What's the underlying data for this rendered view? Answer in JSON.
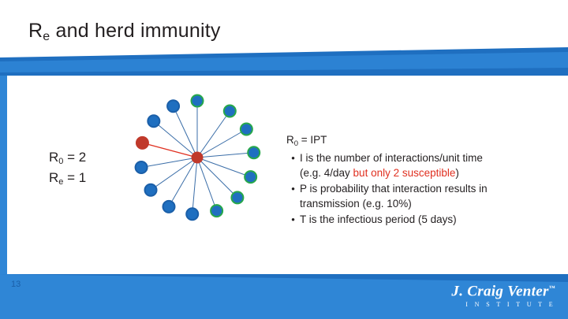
{
  "slide": {
    "title_main": "R",
    "title_sub": "e",
    "title_rest": " and herd immunity",
    "slide_number": "13"
  },
  "left_labels": {
    "line1_pre": "R",
    "line1_sub": "0",
    "line1_post": " = 2",
    "line2_pre": "R",
    "line2_sub": "e",
    "line2_post": " = 1"
  },
  "right_text": {
    "heading_pre": "R",
    "heading_sub": "0",
    "heading_post": " = IPT",
    "bullets": [
      {
        "marker": "•",
        "segments": [
          {
            "text": "I is the number of interactions/unit time",
            "color": "black"
          },
          {
            "text": "(e.g. 4/day ",
            "color": "black",
            "newline": true
          },
          {
            "text": "but only 2 susceptible",
            "color": "red"
          },
          {
            "text": ")",
            "color": "black"
          }
        ]
      },
      {
        "marker": "•",
        "segments": [
          {
            "text": "P is probability that interaction results in",
            "color": "black"
          },
          {
            "text": "transmission (e.g. 10%)",
            "color": "black",
            "newline": true
          }
        ]
      },
      {
        "marker": "•",
        "segments": [
          {
            "text": "T is the infectious period (5 days)",
            "color": "black"
          }
        ]
      }
    ]
  },
  "diagram": {
    "center_node_color": "#c0392b",
    "spoke_color": "#3b6ea8",
    "outer_nodes": [
      {
        "angle": 90,
        "fill": "#1f6fc0",
        "stroke": "#27a84a"
      },
      {
        "angle": 115,
        "fill": "#1f6fc0",
        "stroke": "#1b5fa8"
      },
      {
        "angle": 140,
        "fill": "#1f6fc0",
        "stroke": "#1b5fa8"
      },
      {
        "angle": 165,
        "fill": "#c0392b",
        "stroke": "#c0392b"
      },
      {
        "angle": 190,
        "fill": "#1f6fc0",
        "stroke": "#1b5fa8"
      },
      {
        "angle": 215,
        "fill": "#1f6fc0",
        "stroke": "#1b5fa8"
      },
      {
        "angle": 240,
        "fill": "#1f6fc0",
        "stroke": "#1b5fa8"
      },
      {
        "angle": 265,
        "fill": "#1f6fc0",
        "stroke": "#1b5fa8"
      },
      {
        "angle": 290,
        "fill": "#1f6fc0",
        "stroke": "#27a84a"
      },
      {
        "angle": 315,
        "fill": "#1f6fc0",
        "stroke": "#27a84a"
      },
      {
        "angle": 340,
        "fill": "#1f6fc0",
        "stroke": "#27a84a"
      },
      {
        "angle": 5,
        "fill": "#1f6fc0",
        "stroke": "#27a84a"
      },
      {
        "angle": 30,
        "fill": "#1f6fc0",
        "stroke": "#27a84a"
      },
      {
        "angle": 55,
        "fill": "#1f6fc0",
        "stroke": "#27a84a"
      }
    ],
    "red_link_angle": 165
  },
  "logo": {
    "main": "J. Craig Venter",
    "trademark": "™",
    "sub": "I N S T I T U T E"
  },
  "colors": {
    "brand_blue": "#1f6fc0",
    "brand_blue_light": "#2f86d6",
    "accent_red": "#e03020",
    "node_green": "#27a84a"
  }
}
